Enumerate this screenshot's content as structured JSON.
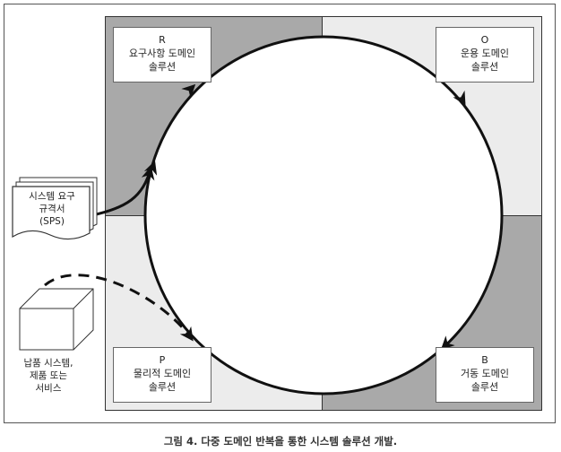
{
  "colors": {
    "dark_quadrant": "#a9a9a9",
    "light_quadrant": "#ececec",
    "line": "#111111"
  },
  "quadrants": {
    "requirements": {
      "letter": "R",
      "line1": "요구사항 도메인",
      "line2": "솔루션"
    },
    "operations": {
      "letter": "O",
      "line1": "운용 도메인",
      "line2": "솔루션"
    },
    "physical": {
      "letter": "P",
      "line1": "물리적 도메인",
      "line2": "솔루션"
    },
    "behavior": {
      "letter": "B",
      "line1": "거동 도메인",
      "line2": "솔루션"
    }
  },
  "input_document": {
    "line1": "시스템 요구",
    "line2": "규격서",
    "line3": "(SPS)"
  },
  "output_product": {
    "line1": "납품 시스템,",
    "line2": "제품 또는",
    "line3": "서비스"
  },
  "caption": "그림 4. 다중 도메인 반복을 통한 시스템 솔루션 개발."
}
